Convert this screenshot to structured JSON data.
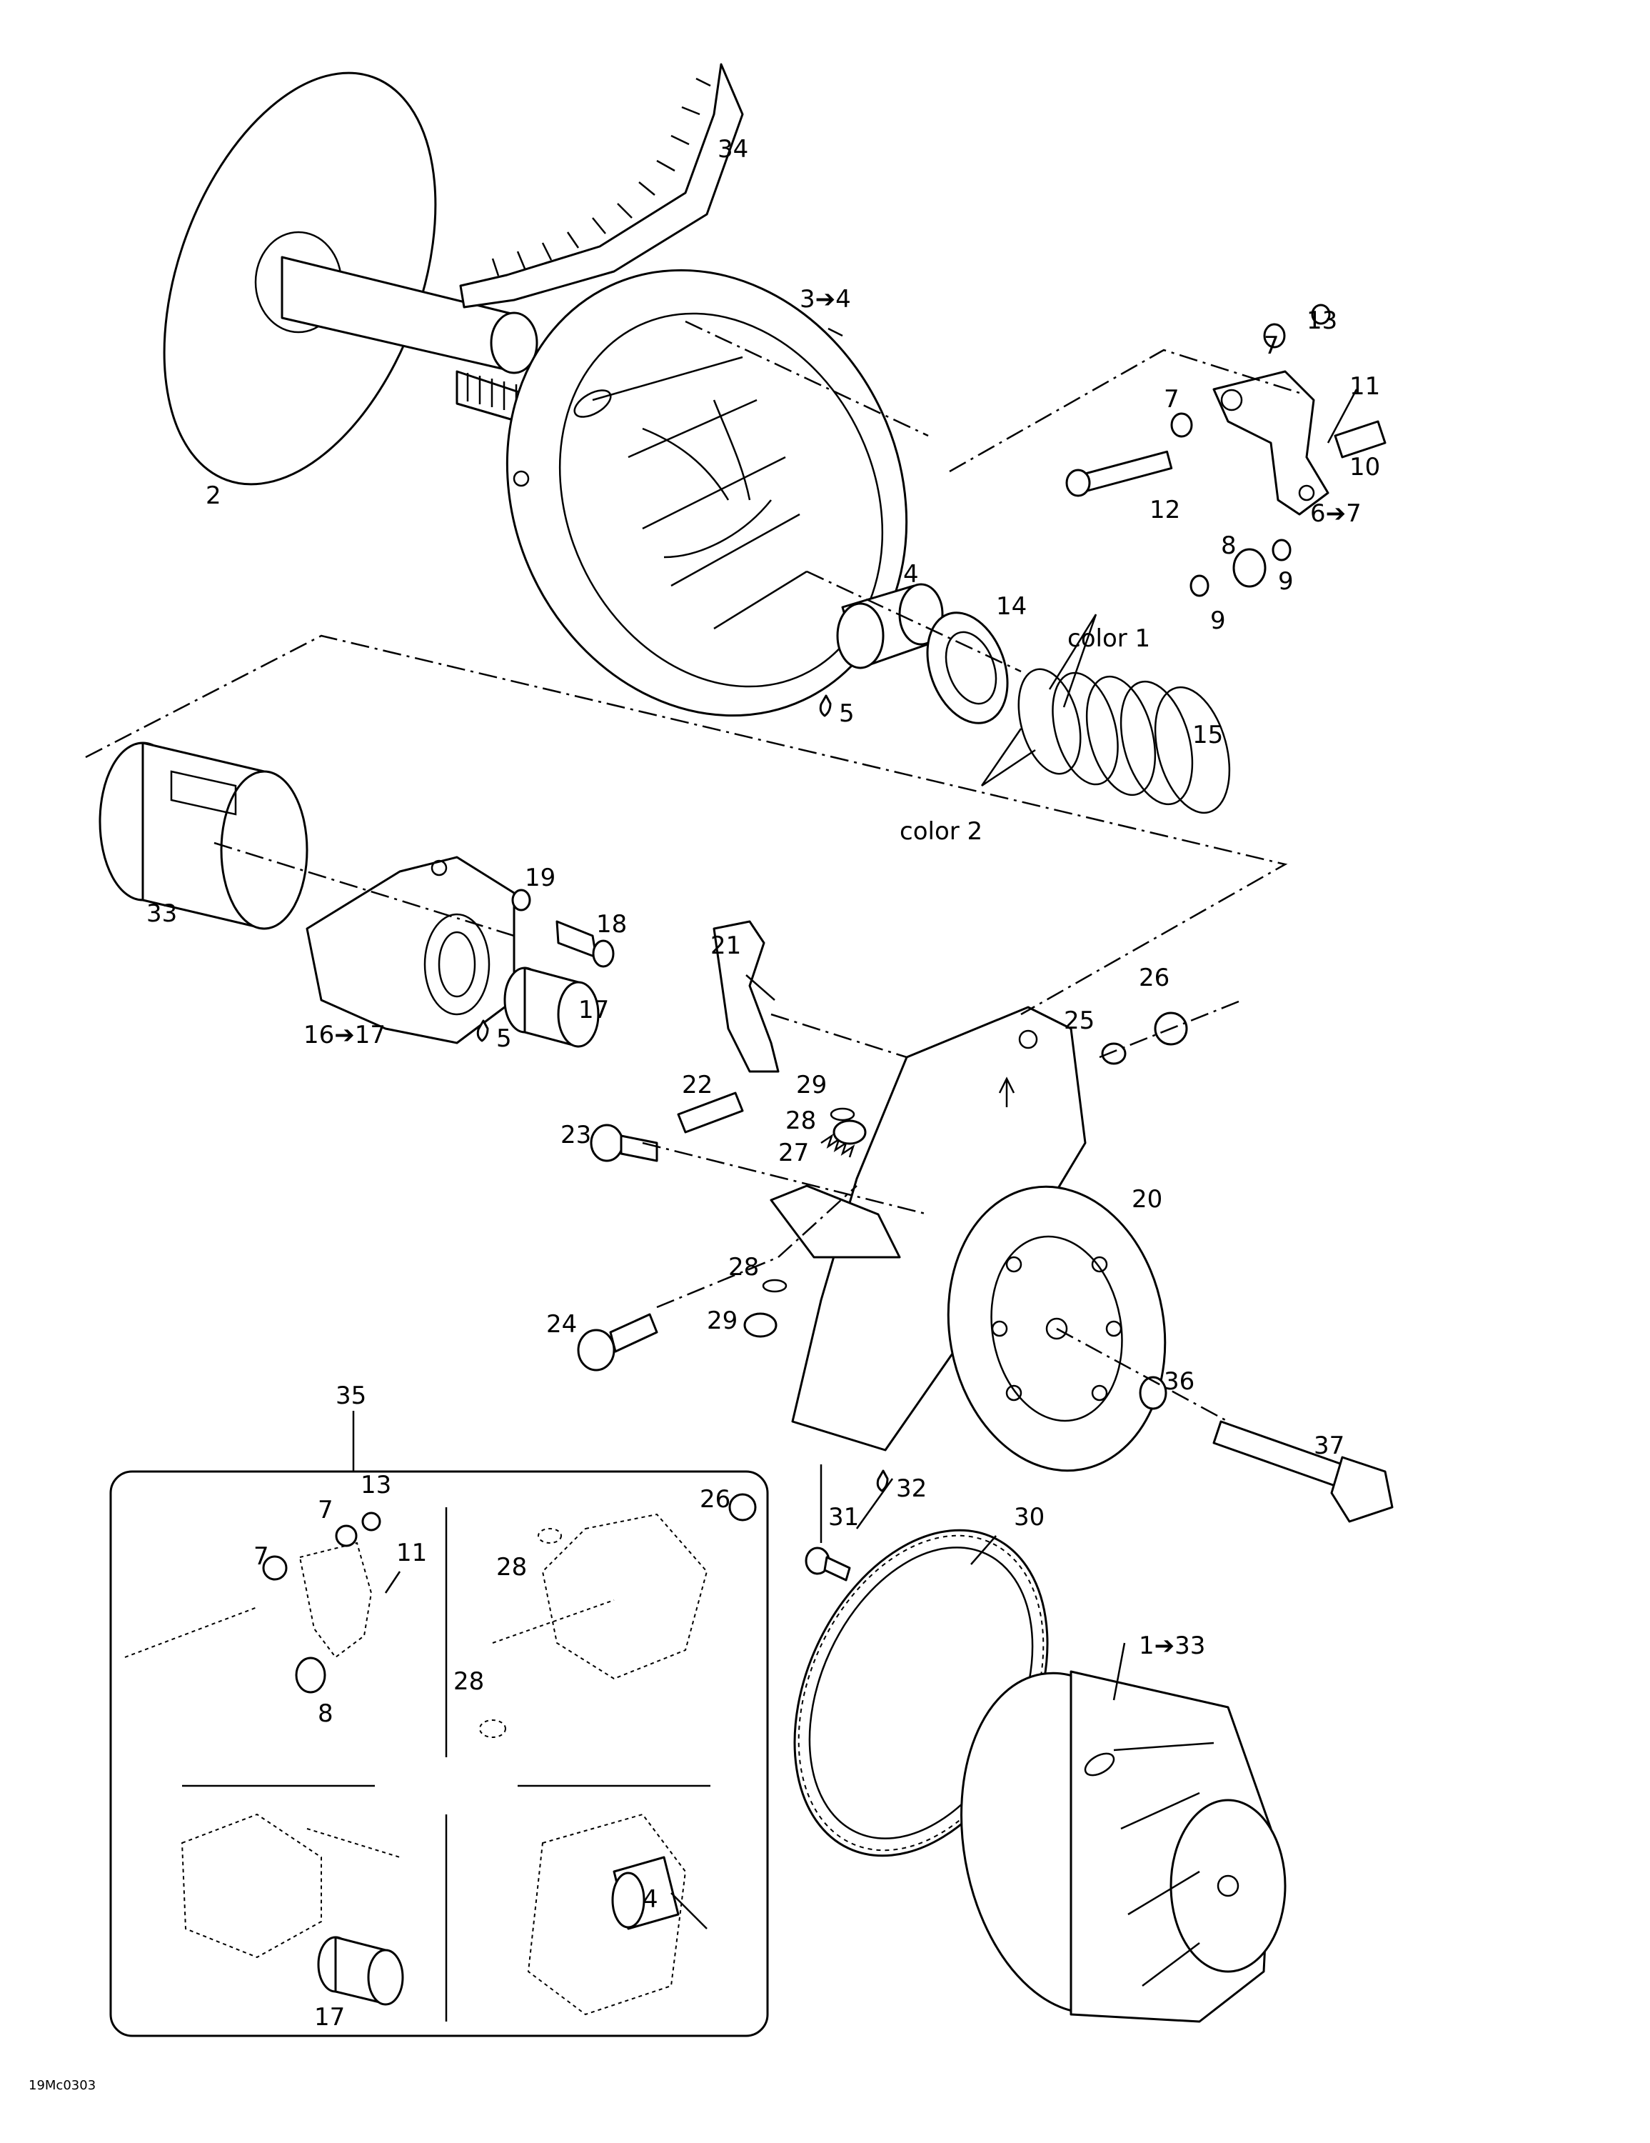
{
  "labels": {
    "l34": "34",
    "l2": "2",
    "l3to4": "3➔4",
    "l13a": "13",
    "l7a": "7",
    "l11a": "11",
    "l7b": "7",
    "l12": "12",
    "l10": "10",
    "l6to7": "6➔7",
    "l8a": "8",
    "l9a": "9",
    "l9b": "9",
    "l4a": "4",
    "l14": "14",
    "lcolor1": "color 1",
    "l5a": "5",
    "l15": "15",
    "lcolor2": "color 2",
    "l33": "33",
    "l19": "19",
    "l18": "18",
    "l21": "21",
    "l17a": "17",
    "l16to17": "16➔17",
    "l5b": "5",
    "l26a": "26",
    "l25": "25",
    "l29a": "29",
    "l28a": "28",
    "l22": "22",
    "l23": "23",
    "l27": "27",
    "l20": "20",
    "l28b": "28",
    "l24": "24",
    "l29b": "29",
    "l36": "36",
    "l35": "35",
    "l13b": "13",
    "l7c": "7",
    "l11b": "11",
    "l7d": "7",
    "l26b": "26",
    "l28c": "28",
    "l28d": "28",
    "l8b": "8",
    "l4b": "4",
    "l17b": "17",
    "l32": "32",
    "l31": "31",
    "l30": "30",
    "l37": "37",
    "l1to33": "1➔33",
    "drawing_code": "19Mc0303"
  }
}
